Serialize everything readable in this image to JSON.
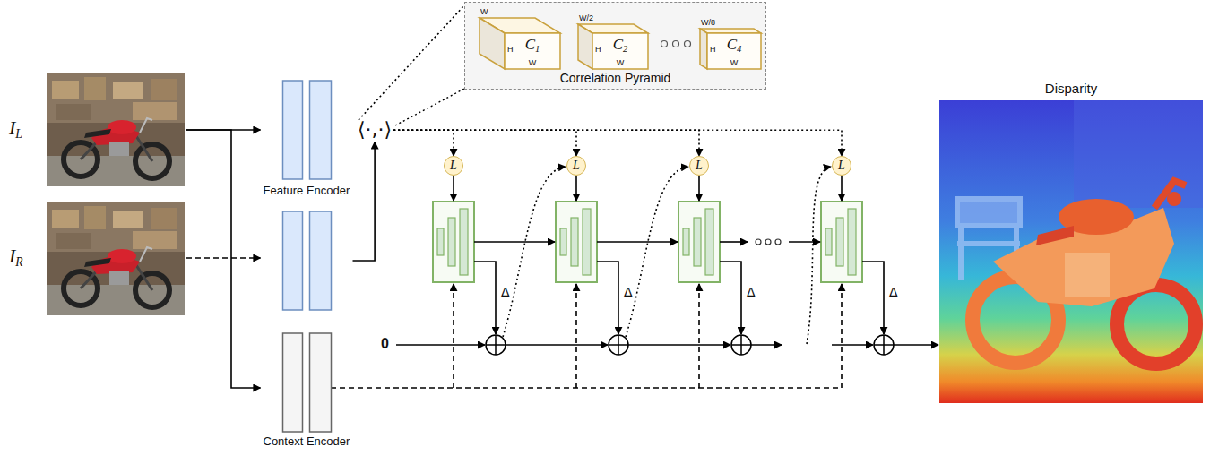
{
  "diagram": {
    "nodes": [
      {
        "text": [
          "IL"
        ]
      },
      {
        "text": [
          "IR"
        ]
      },
      {
        "text": [
          "Feature Encoder"
        ]
      },
      {
        "text": [
          "Context Encoder"
        ]
      },
      {
        "text": [
          "⟨·,·⟩"
        ]
      },
      {
        "text": [
          "Correlation Pyramid"
        ]
      },
      {
        "text": [
          "C1",
          "W",
          "H",
          "W"
        ],
        "in": 5
      },
      {
        "text": [
          "C2",
          "W/2",
          "H",
          "W"
        ],
        "in": 5
      },
      {
        "text": [
          "C4",
          "W/8",
          "H",
          "W"
        ],
        "in": 5
      },
      {
        "text": [
          "L"
        ]
      },
      {
        "text": [
          "L"
        ]
      },
      {
        "text": [
          "L"
        ]
      },
      {
        "text": [
          "L"
        ]
      },
      {
        "text": [
          "Disparity"
        ]
      }
    ],
    "edges": [
      {
        "from": 0,
        "to": 2,
        "arrow": "to"
      },
      {
        "from": 1,
        "to": 2,
        "arrow": "to"
      },
      {
        "from": 0,
        "to": 3,
        "arrow": "to"
      },
      {
        "from": 2,
        "to": 4,
        "arrow": "to"
      },
      {
        "from": 4,
        "to": 5,
        "arrow": "none"
      },
      {
        "from": 4,
        "to": 9,
        "arrow": "to"
      },
      {
        "from": 4,
        "to": 10,
        "arrow": "to"
      },
      {
        "from": 4,
        "to": 11,
        "arrow": "to"
      },
      {
        "from": 4,
        "to": 12,
        "arrow": "to"
      }
    ],
    "labels": [
      "0",
      "Δ",
      "Δ",
      "Δ",
      "Δ"
    ]
  }
}
